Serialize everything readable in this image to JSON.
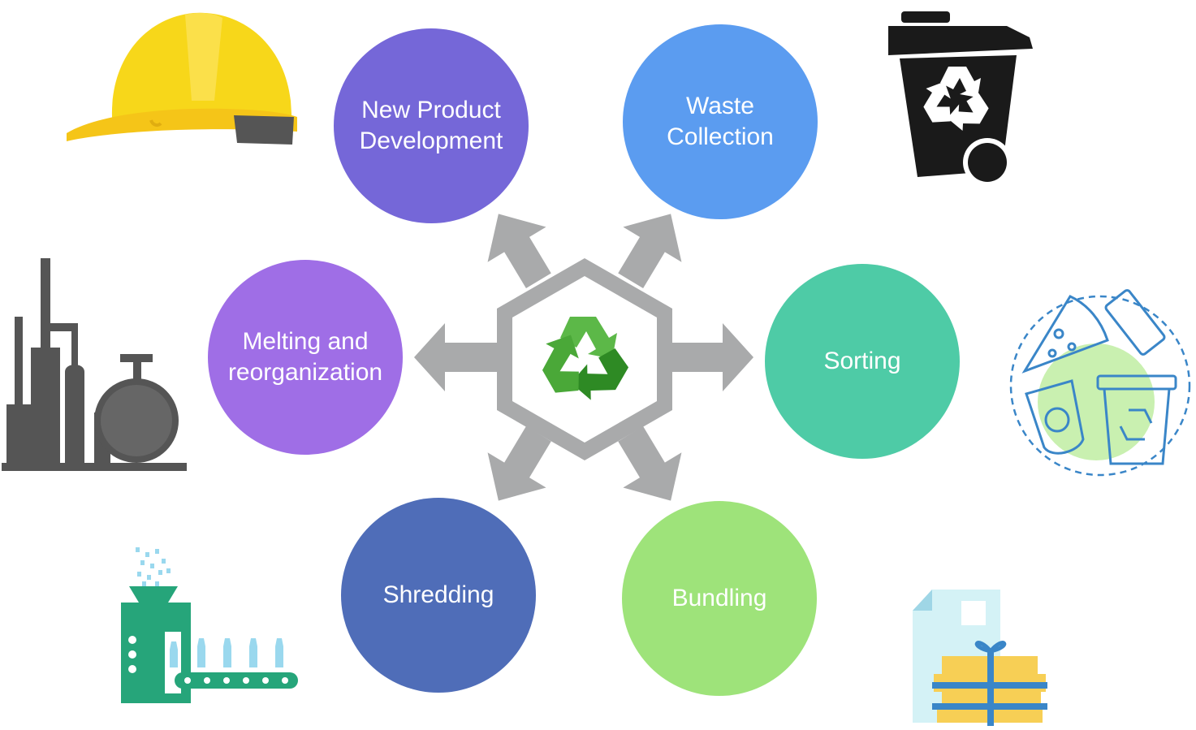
{
  "stages": {
    "new_product": {
      "label": "New Product\nDevelopment",
      "color": "#7567d8"
    },
    "waste_collection": {
      "label": "Waste\nCollection",
      "color": "#5b9cf0"
    },
    "melting": {
      "label": "Melting and\nreorganization",
      "color": "#9f6ee6"
    },
    "sorting": {
      "label": "Sorting",
      "color": "#4ecba6"
    },
    "shredding": {
      "label": "Shredding",
      "color": "#4f6db8"
    },
    "bundling": {
      "label": "Bundling",
      "color": "#9ee37a"
    }
  },
  "icons": {
    "helmet": "hard-hat-icon",
    "bin": "recycling-bin-icon",
    "factory": "factory-icon",
    "sorting_waste": "sorted-waste-icon",
    "machine": "shredding-machine-icon",
    "bundle": "bundled-paper-icon",
    "center": "recycle-icon"
  },
  "colors": {
    "arrow": "#a9aaab",
    "hexagon": "#a9aaab",
    "recycle_light": "#5cb848",
    "recycle_dark": "#2e8a24"
  }
}
